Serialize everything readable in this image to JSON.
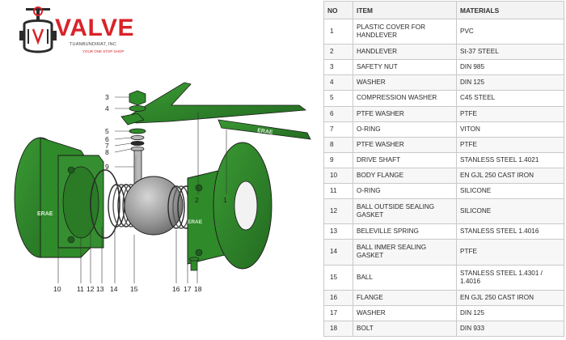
{
  "logo": {
    "wordmark": "VALVE",
    "subtitle": "TUANBUNDIRAT, INC",
    "tagline": "YOUR ONE STOP SHOP",
    "colors": {
      "brand_red": "#d8232a",
      "dark": "#2b2b2b"
    }
  },
  "drawing": {
    "colors": {
      "body_green": "#2f8a2a",
      "body_green_dark": "#1d5e1c",
      "ball_gray": "#9a9a9a",
      "steel": "#b9b9b9",
      "outline": "#1a1a1a"
    },
    "handle_tag_text": "ERAE",
    "flange_mark_left": "ERAE",
    "flange_mark_right": "ERAE",
    "callouts": [
      "1",
      "2",
      "3",
      "4",
      "5",
      "6",
      "7",
      "8",
      "9",
      "10",
      "11",
      "12",
      "13",
      "14",
      "15",
      "16",
      "17",
      "18"
    ]
  },
  "parts_table": {
    "headers": [
      "NO",
      "ITEM",
      "MATERIALS"
    ],
    "rows": [
      {
        "no": "1",
        "item": "PLASTIC COVER FOR HANDLEVER",
        "material": "PVC"
      },
      {
        "no": "2",
        "item": "HANDLEVER",
        "material": "St-37 STEEL"
      },
      {
        "no": "3",
        "item": "SAFETY NUT",
        "material": "DIN 985"
      },
      {
        "no": "4",
        "item": "WASHER",
        "material": "DIN 125"
      },
      {
        "no": "5",
        "item": "COMPRESSION WASHER",
        "material": "C45 STEEL"
      },
      {
        "no": "6",
        "item": "PTFE WASHER",
        "material": "PTFE"
      },
      {
        "no": "7",
        "item": "O-RING",
        "material": "VITON"
      },
      {
        "no": "8",
        "item": "PTFE WASHER",
        "material": "PTFE"
      },
      {
        "no": "9",
        "item": "DRIVE SHAFT",
        "material": "STANLESS STEEL 1.4021"
      },
      {
        "no": "10",
        "item": "BODY FLANGE",
        "material": "EN GJL 250 CAST IRON"
      },
      {
        "no": "11",
        "item": "O-RING",
        "material": "SILICONE"
      },
      {
        "no": "12",
        "item": "BALL OUTSIDE SEALING GASKET",
        "material": "SILICONE"
      },
      {
        "no": "13",
        "item": "BELEVILLE SPRING",
        "material": "STANLESS STEEL 1.4016"
      },
      {
        "no": "14",
        "item": "BALL INMER SEALING GASKET",
        "material": "PTFE"
      },
      {
        "no": "15",
        "item": "BALL",
        "material": "STANLESS STEEL 1.4301 / 1.4016"
      },
      {
        "no": "16",
        "item": "FLANGE",
        "material": "EN GJL 250 CAST IRON"
      },
      {
        "no": "17",
        "item": "WASHER",
        "material": "DIN 125"
      },
      {
        "no": "18",
        "item": "BOLT",
        "material": "DIN 933"
      }
    ]
  }
}
